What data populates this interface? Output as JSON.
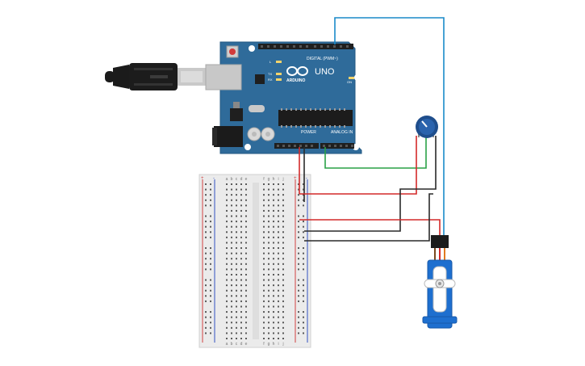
{
  "board": {
    "name": "UNO",
    "brand": "ARDUINO",
    "digital_label": "DIGITAL (PWM~)",
    "power_label": "POWER",
    "analog_label": "ANALOG IN",
    "tx_label": "TX",
    "rx_label": "RX",
    "l_label": "L",
    "on_label": "ON",
    "color": "#2f6b9a"
  },
  "breadboard": {
    "column_letters_left": [
      "a",
      "b",
      "c",
      "d",
      "e"
    ],
    "column_letters_right": [
      "f",
      "g",
      "h",
      "i",
      "j"
    ],
    "rows": 30,
    "plus_label": "+",
    "minus_label": "-"
  },
  "wire_colors": {
    "blue": "#1a8ac9",
    "green": "#2aa147",
    "red": "#d42a2a",
    "black": "#2a2a2a",
    "orange": "#e07a20",
    "brown": "#7a4a20"
  },
  "components": {
    "potentiometer_color": "#1f4e8c",
    "servo_color": "#1e6fcf"
  }
}
